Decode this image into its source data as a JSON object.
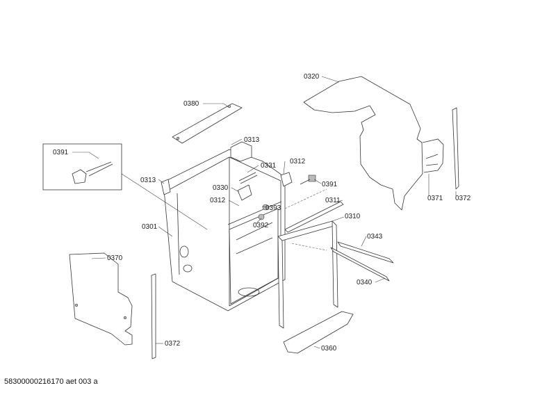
{
  "document_ref": "58300000216170 aet 003 a",
  "parts": [
    {
      "id": "p0320",
      "label": "0320"
    },
    {
      "id": "p0380",
      "label": "0380"
    },
    {
      "id": "p0313a",
      "label": "0313"
    },
    {
      "id": "p0391a",
      "label": "0391"
    },
    {
      "id": "p0331",
      "label": "0331"
    },
    {
      "id": "p0312a",
      "label": "0312"
    },
    {
      "id": "p0313b",
      "label": "0313"
    },
    {
      "id": "p0330",
      "label": "0330"
    },
    {
      "id": "p0391b",
      "label": "0391"
    },
    {
      "id": "p0312b",
      "label": "0312"
    },
    {
      "id": "p0371",
      "label": "0371"
    },
    {
      "id": "p0372a",
      "label": "0372"
    },
    {
      "id": "p0311",
      "label": "0311"
    },
    {
      "id": "p0393",
      "label": "0393"
    },
    {
      "id": "p0301",
      "label": "0301"
    },
    {
      "id": "p0392",
      "label": "0392"
    },
    {
      "id": "p0310",
      "label": "0310"
    },
    {
      "id": "p0343",
      "label": "0343"
    },
    {
      "id": "p0370",
      "label": "0370"
    },
    {
      "id": "p0340",
      "label": "0340"
    },
    {
      "id": "p0372b",
      "label": "0372"
    },
    {
      "id": "p0360",
      "label": "0360"
    }
  ]
}
